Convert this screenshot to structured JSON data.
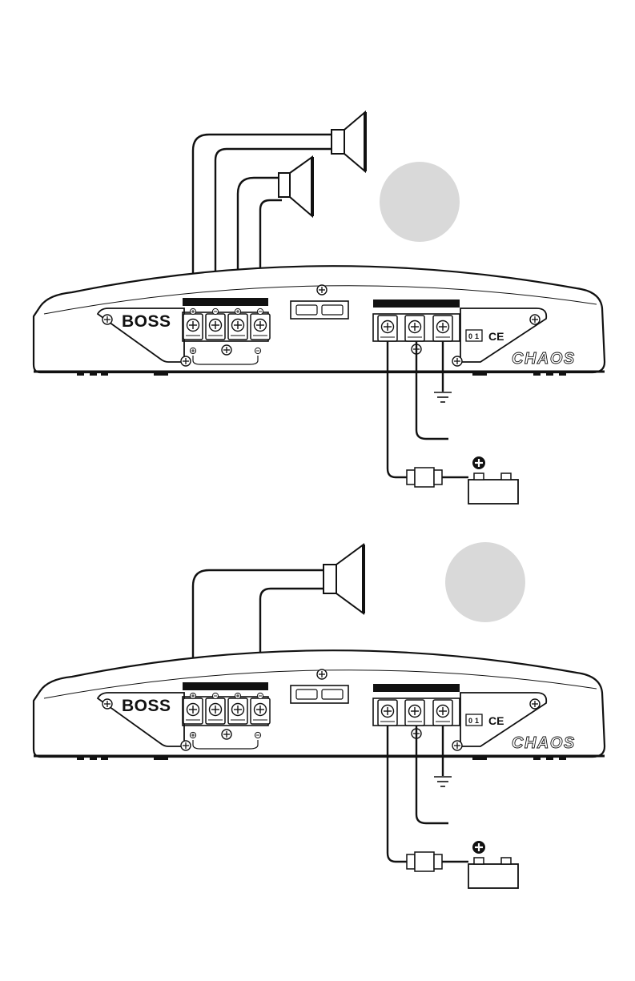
{
  "brand": "BOSS",
  "model": "CHAOS",
  "badge_left": "0",
  "badge_right": "1",
  "ce_mark": "CE",
  "colors": {
    "line": "#111111",
    "marker_circle": "#d9d9d9",
    "background": "#ffffff"
  },
  "icons": [
    "speaker-icon",
    "battery-icon",
    "ground-icon",
    "fuse-icon",
    "screw-icon",
    "plus-icon",
    "minus-icon"
  ]
}
